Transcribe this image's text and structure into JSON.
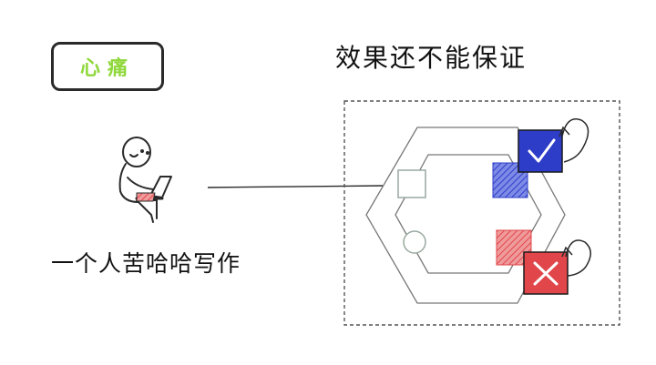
{
  "tag": {
    "label": "心痛",
    "color": "#8fd83a"
  },
  "headline": "效果还不能保证",
  "caption": "一个人苦哈哈写作",
  "colors": {
    "stroke": "#2a2a2a",
    "success_box": "#2e3dc8",
    "success_hatch": "#4a5bd8",
    "error_box": "#e0464a",
    "error_hatch": "#e87274",
    "muted_shape": "#9aa9a0"
  },
  "icons": [
    "person-at-laptop-icon",
    "check-icon",
    "cross-icon",
    "loop-arrow-icon"
  ]
}
